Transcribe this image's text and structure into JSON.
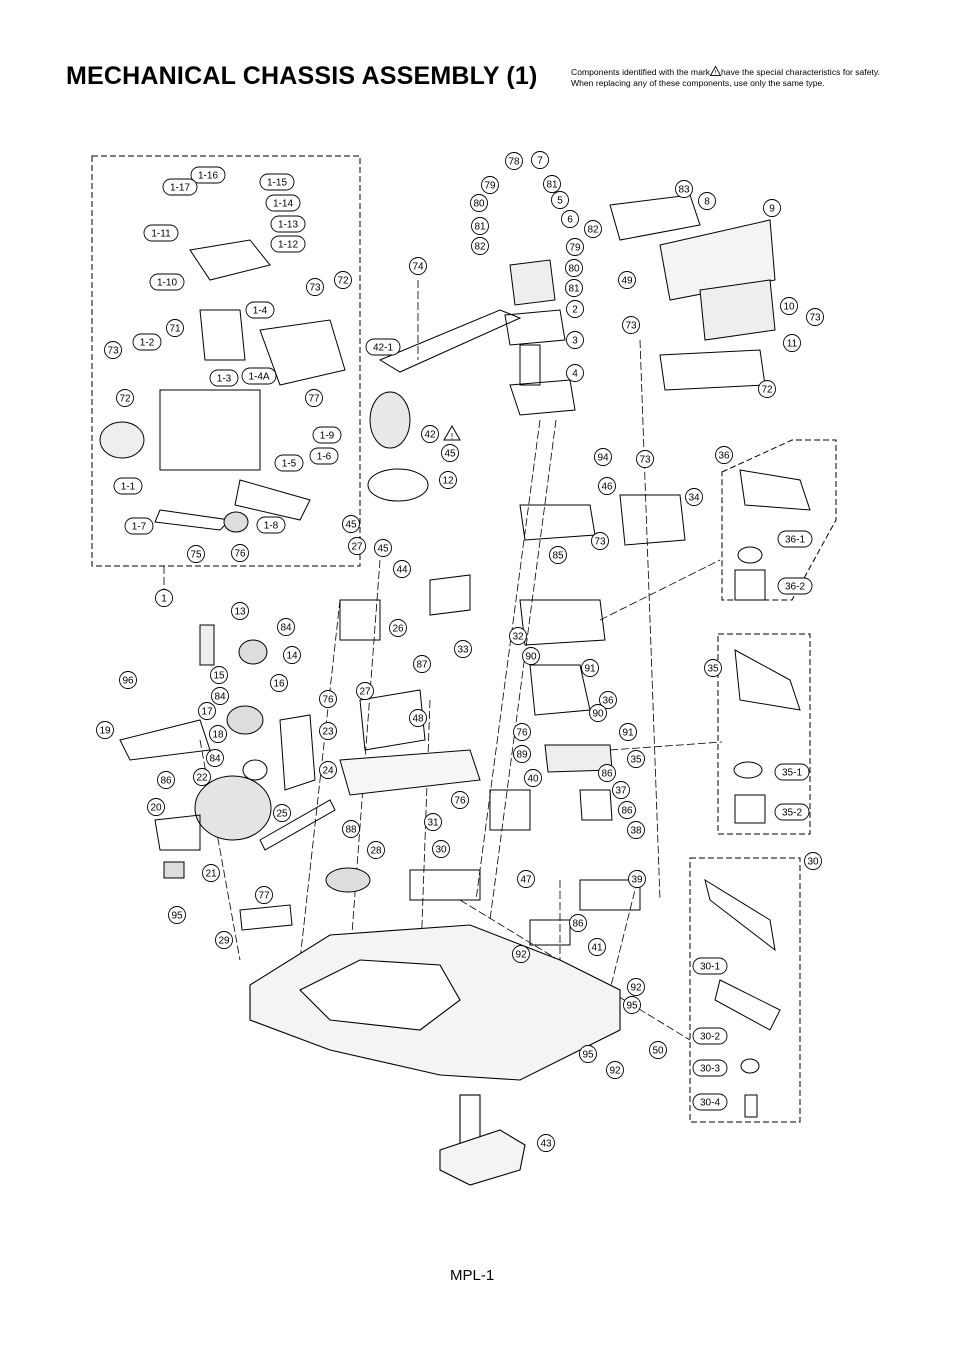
{
  "header": {
    "title": "MECHANICAL CHASSIS ASSEMBLY (1)",
    "note_line1_a": "Components identified with the mark",
    "note_line1_b": "have the special characteristics for safety.",
    "note_line2": "When replacing any of these components, use only the same type."
  },
  "footer": {
    "page_number": "MPL-1"
  },
  "callouts": [
    "1-16",
    "1-15",
    "1-17",
    "1-14",
    "1-13",
    "1-11",
    "1-12",
    "1-10",
    "1-4",
    "1-2",
    "1-3",
    "1-4A",
    "1-9",
    "1-5",
    "1-6",
    "1-1",
    "1-7",
    "1-8",
    "71",
    "72",
    "73",
    "73",
    "72",
    "77",
    "75",
    "76",
    "1",
    "78",
    "7",
    "79",
    "81",
    "80",
    "5",
    "6",
    "81",
    "82",
    "82",
    "79",
    "80",
    "81",
    "2",
    "3",
    "4",
    "74",
    "42-1",
    "42",
    "45",
    "12",
    "45",
    "45",
    "83",
    "8",
    "9",
    "49",
    "10",
    "73",
    "73",
    "11",
    "72",
    "94",
    "73",
    "46",
    "34",
    "73",
    "36",
    "36-1",
    "36-2",
    "27",
    "44",
    "26",
    "85",
    "13",
    "84",
    "14",
    "33",
    "32",
    "90",
    "91",
    "87",
    "15",
    "16",
    "96",
    "84",
    "76",
    "27",
    "48",
    "17",
    "19",
    "18",
    "23",
    "36",
    "90",
    "91",
    "76",
    "89",
    "35",
    "84",
    "22",
    "24",
    "86",
    "40",
    "37",
    "86",
    "35",
    "35-1",
    "35-2",
    "20",
    "76",
    "86",
    "31",
    "88",
    "25",
    "30",
    "38",
    "28",
    "21",
    "47",
    "39",
    "30",
    "86",
    "77",
    "41",
    "95",
    "29",
    "92",
    "30-1",
    "92",
    "95",
    "50",
    "30-2",
    "95",
    "30-3",
    "92",
    "30-4",
    "43"
  ]
}
